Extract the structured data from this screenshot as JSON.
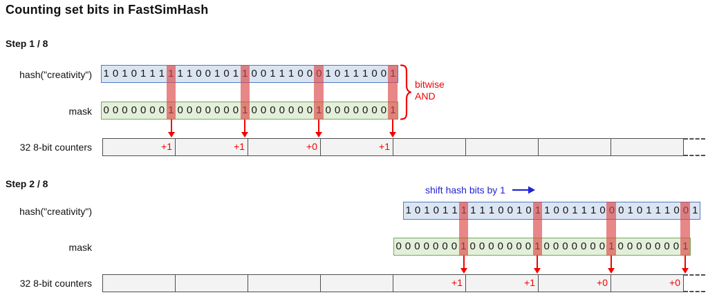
{
  "title": "Counting set bits in FastSimHash",
  "colors": {
    "hash_box_fill": "#dbe5f2",
    "hash_box_border": "#4f7ac0",
    "mask_box_fill": "#e3efda",
    "mask_box_border": "#74a95c",
    "highlight_red": "rgba(220,70,70,0.65)",
    "counter_fill": "#f3f3f3",
    "counter_border": "#4d4d4d",
    "accent_red": "#f40000",
    "accent_blue": "#2323d6"
  },
  "steps": [
    {
      "step_label": "Step 1 / 8",
      "hash_row_label": "hash(\"creativity\")",
      "mask_row_label": "mask",
      "counters_row_label": "32 8-bit counters",
      "hash_bits": "10101111110010110011100010111001",
      "mask_bits": "00000001000000010000000100000001",
      "mask_highlight_indices": [
        7,
        15,
        23,
        31
      ],
      "counter_cell_count": 8,
      "counter_updates": [
        {
          "cell_index": 0,
          "label": "+1"
        },
        {
          "cell_index": 1,
          "label": "+1"
        },
        {
          "cell_index": 2,
          "label": "+0"
        },
        {
          "cell_index": 3,
          "label": "+1"
        }
      ],
      "annotation_line1": "bitwise",
      "annotation_line2": "AND"
    },
    {
      "step_label": "Step 2 / 8",
      "shift_note": "shift hash bits by 1",
      "hash_row_label": "hash(\"creativity\")",
      "mask_row_label": "mask",
      "counters_row_label": "32 8-bit counters",
      "hash_bits": "10101111110010110011100010111001",
      "mask_bits": "00000001000000010000000100000001",
      "mask_highlight_indices": [
        7,
        15,
        23,
        31
      ],
      "counter_cell_count": 8,
      "counter_updates": [
        {
          "cell_index": 4,
          "label": "+1"
        },
        {
          "cell_index": 5,
          "label": "+1"
        },
        {
          "cell_index": 6,
          "label": "+0"
        },
        {
          "cell_index": 7,
          "label": "+0"
        }
      ]
    }
  ]
}
